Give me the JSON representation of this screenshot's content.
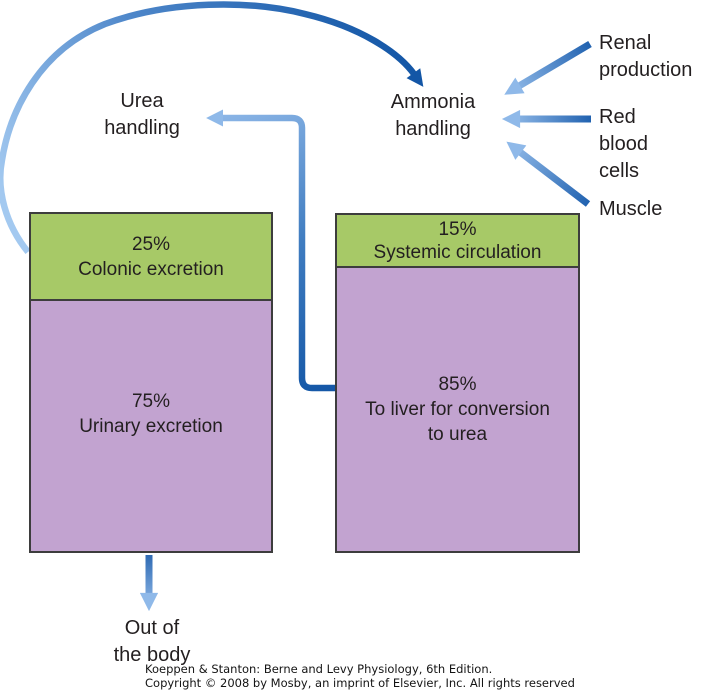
{
  "colors": {
    "green": "#a7c967",
    "purple": "#c2a3d0",
    "box_border": "#3d3d3d",
    "blue_dark": "#1356a6",
    "blue_mid": "#4d86c9",
    "blue_light": "#8fb9e9",
    "text": "#231f20"
  },
  "labels": {
    "urea_handling": [
      "Urea",
      "handling"
    ],
    "ammonia_handling": [
      "Ammonia",
      "handling"
    ],
    "renal_production": [
      "Renal",
      "production"
    ],
    "red_blood_cells": [
      "Red",
      "blood",
      "cells"
    ],
    "muscle": "Muscle",
    "out_of_body": [
      "Out of",
      "the body"
    ]
  },
  "left_bar": {
    "top": {
      "pct": "25%",
      "label": "Colonic excretion"
    },
    "bottom": {
      "pct": "75%",
      "label": "Urinary excretion"
    }
  },
  "right_bar": {
    "top": {
      "pct": "15%",
      "label": "Systemic circulation"
    },
    "bottom": {
      "pct": "85%",
      "lines": [
        "To liver for conversion",
        "to urea"
      ]
    }
  },
  "caption": {
    "line1": "Koeppen & Stanton: Berne and Levy Physiology, 6th Edition.",
    "line2": "Copyright © 2008 by Mosby, an imprint of Elsevier, Inc. All rights reserved"
  }
}
